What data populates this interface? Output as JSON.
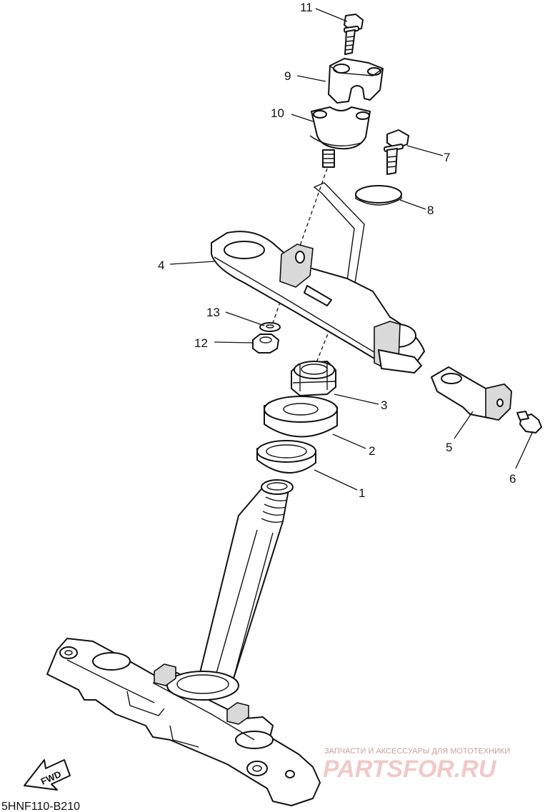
{
  "callouts": [
    {
      "num": "1"
    },
    {
      "num": "2"
    },
    {
      "num": "3"
    },
    {
      "num": "4"
    },
    {
      "num": "5"
    },
    {
      "num": "6"
    },
    {
      "num": "7"
    },
    {
      "num": "8"
    },
    {
      "num": "9"
    },
    {
      "num": "10"
    },
    {
      "num": "11"
    },
    {
      "num": "12"
    },
    {
      "num": "13"
    }
  ],
  "diagram_code": "5HNF110-B210",
  "fwd_label": "FWD",
  "watermark": {
    "tagline": "ЗАПЧАСТИ И АКСЕССУАРЫ ДЛЯ МОТОТЕХНИКИ",
    "brand": "PARTSFOR.RU"
  },
  "colors": {
    "line": "#111111",
    "watermark": "#f1c9c9"
  }
}
